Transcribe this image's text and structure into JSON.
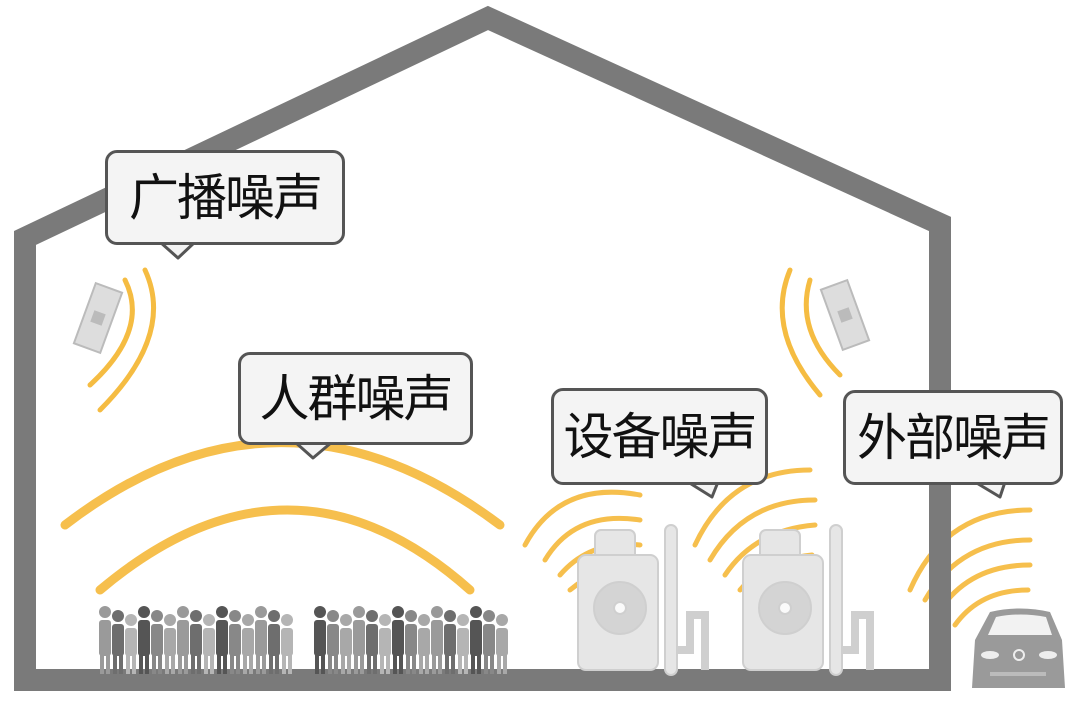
{
  "labels": {
    "broadcast": "广播噪声",
    "crowd": "人群噪声",
    "equipment": "设备噪声",
    "external": "外部噪声"
  },
  "colors": {
    "wall": "#7a7a7a",
    "wave": "#f5b52e",
    "bubble_border": "#555555",
    "figure": "#9a9a9a"
  }
}
